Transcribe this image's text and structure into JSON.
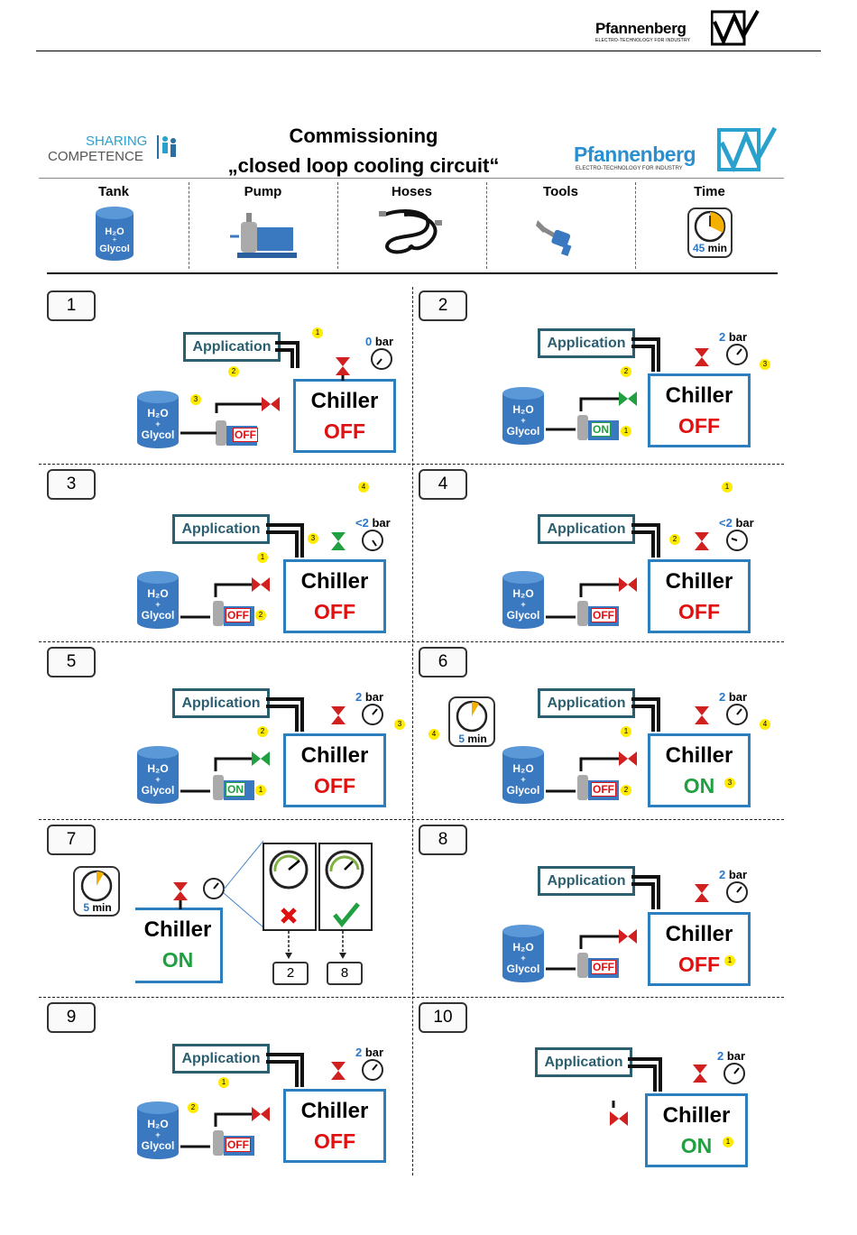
{
  "header": {
    "brand": "Pfannenberg",
    "brand_sub": "ELECTRO-TECHNOLOGY FOR INDUSTRY"
  },
  "title": {
    "line1": "Commissioning",
    "line2": "„closed loop cooling circuit“"
  },
  "sharing": {
    "line1": "SHARING",
    "line2": "COMPETENCE"
  },
  "resources": [
    {
      "label": "Tank",
      "icon": "tank-icon",
      "text": "H₂O + Glycol"
    },
    {
      "label": "Pump",
      "icon": "pump-icon"
    },
    {
      "label": "Hoses",
      "icon": "hoses-icon"
    },
    {
      "label": "Tools",
      "icon": "tools-icon"
    },
    {
      "label": "Time",
      "icon": "timer-icon",
      "value": "45",
      "unit": "min"
    }
  ],
  "common": {
    "application": "Application",
    "chiller": "Chiller",
    "tank_line1": "H₂O",
    "tank_line2": "+",
    "tank_line3": "Glycol",
    "bar": "bar"
  },
  "steps": [
    {
      "num": "1",
      "status": "OFF",
      "pump": "OFF",
      "pressure": "0"
    },
    {
      "num": "2",
      "status": "OFF",
      "pump": "ON",
      "pressure": "2"
    },
    {
      "num": "3",
      "status": "OFF",
      "pump": "OFF",
      "pressure": "<2"
    },
    {
      "num": "4",
      "status": "OFF",
      "pump": "OFF",
      "pressure": "<2"
    },
    {
      "num": "5",
      "status": "OFF",
      "pump": "ON",
      "pressure": "2"
    },
    {
      "num": "6",
      "status": "ON",
      "pump": "OFF",
      "pressure": "2",
      "timer": "5",
      "timer_unit": "min"
    },
    {
      "num": "7",
      "status": "ON",
      "timer": "5",
      "timer_unit": "min",
      "goto_fail": "2",
      "goto_ok": "8"
    },
    {
      "num": "8",
      "status": "OFF",
      "pump": "OFF",
      "pressure": "2"
    },
    {
      "num": "9",
      "status": "OFF",
      "pump": "OFF",
      "pressure": "2"
    },
    {
      "num": "10",
      "status": "ON",
      "pressure": "2"
    }
  ],
  "badges": {
    "b1": "1",
    "b2": "2",
    "b3": "3",
    "b4": "4"
  },
  "colors": {
    "off": "#e01010",
    "on": "#20a040",
    "chiller_border": "#2b7fbf",
    "app_border": "#2b5f6f",
    "tank": "#3a78c0",
    "pump": "#3a78c0",
    "badge": "#ffeb00"
  }
}
